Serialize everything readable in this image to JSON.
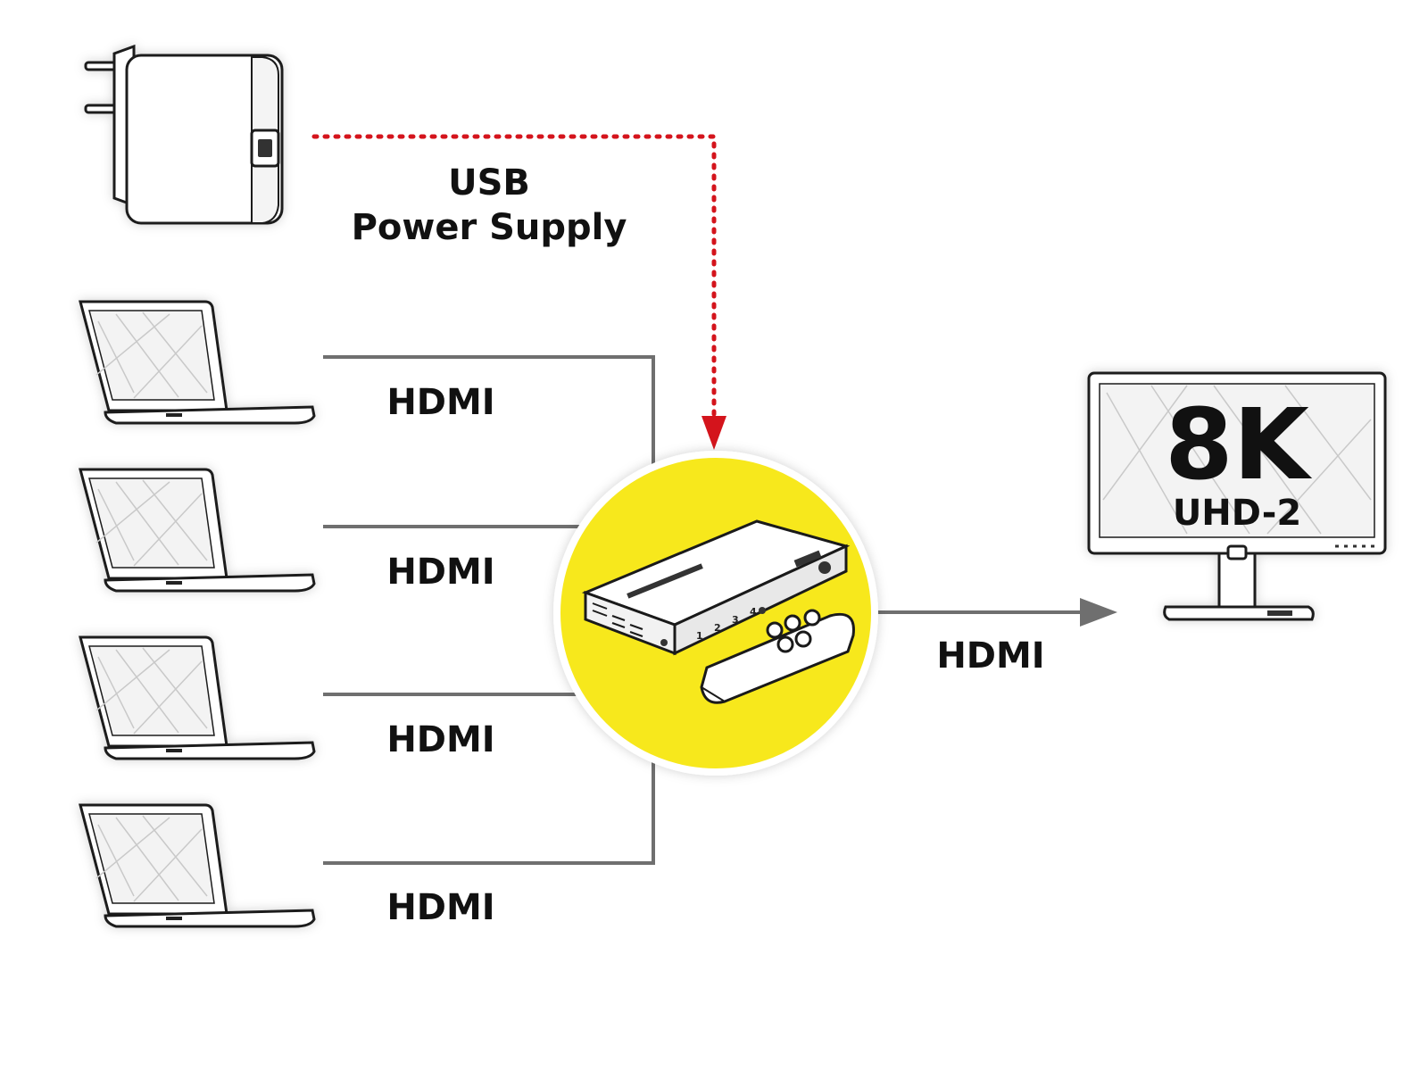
{
  "power": {
    "label_line1": "USB",
    "label_line2": "Power Supply"
  },
  "inputs": [
    {
      "cable_label": "HDMI"
    },
    {
      "cable_label": "HDMI"
    },
    {
      "cable_label": "HDMI"
    },
    {
      "cable_label": "HDMI"
    }
  ],
  "output": {
    "cable_label": "HDMI"
  },
  "monitor": {
    "resolution": "8K",
    "standard": "UHD-2"
  },
  "switch_ports": [
    "1",
    "2",
    "3",
    "4"
  ],
  "colors": {
    "highlight": "#f7e81a",
    "power_line": "#d4141c",
    "cable": "#6f6f6f"
  }
}
